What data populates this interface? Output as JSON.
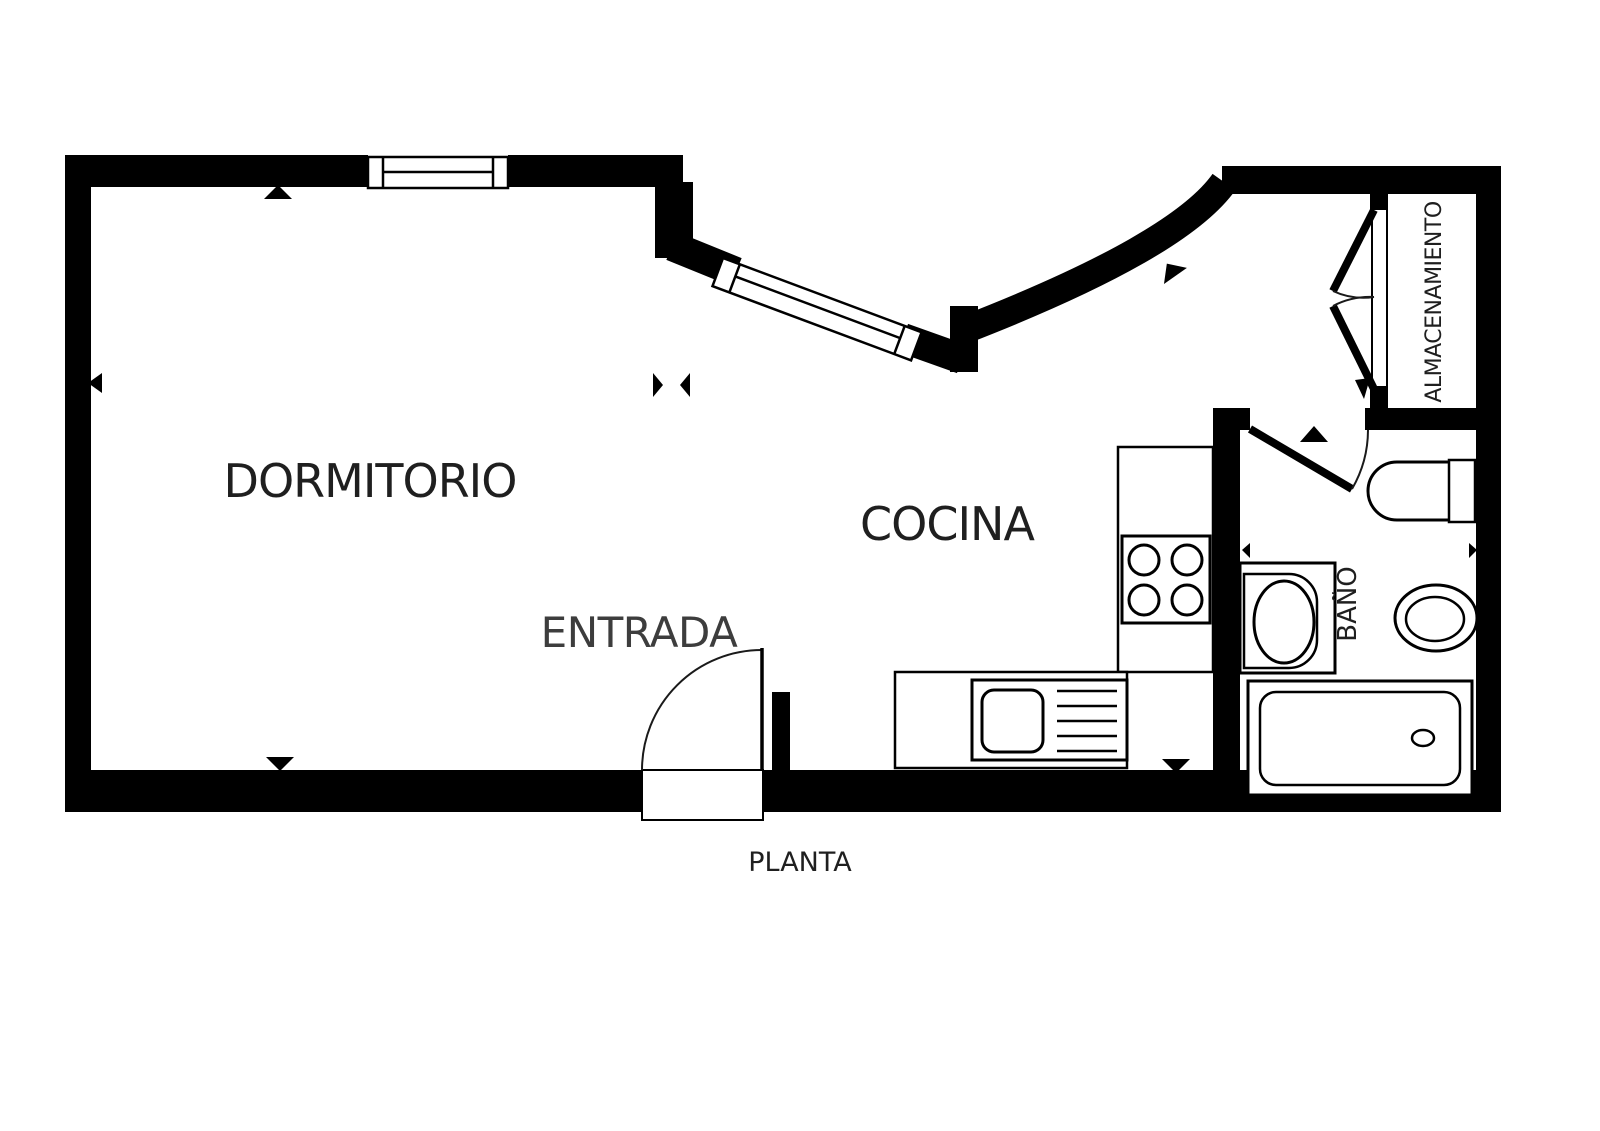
{
  "page": {
    "background": "#ffffff",
    "wall_color": "#000000",
    "label_color": "#1f1f1f",
    "entrada_label_color": "#3d3d3d"
  },
  "plan": {
    "title": "PLANTA",
    "rooms": [
      {
        "id": "dormitorio",
        "label": "DORMITORIO"
      },
      {
        "id": "cocina",
        "label": "COCINA"
      },
      {
        "id": "entrada",
        "label": "ENTRADA"
      },
      {
        "id": "bano",
        "label": "BAÑO"
      },
      {
        "id": "almacenamiento",
        "label": "ALMACENAMIENTO"
      }
    ],
    "fixtures": [
      "top-window",
      "diagonal-window",
      "entrance-door",
      "bathroom-door",
      "storage-folding-doors",
      "stove",
      "kitchen-counter",
      "kitchen-sink",
      "toilet",
      "bidet",
      "washbasin",
      "bathtub"
    ]
  }
}
